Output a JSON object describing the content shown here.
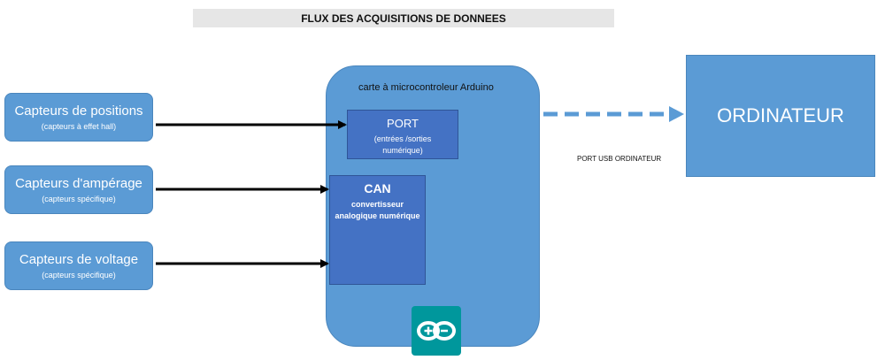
{
  "title": "FLUX DES ACQUISITIONS DE DONNEES",
  "sensors": [
    {
      "label": "Capteurs de positions",
      "sub": "(capteurs à effet hall)"
    },
    {
      "label": "Capteurs d'ampérage",
      "sub": "(capteurs  spécifique)"
    },
    {
      "label": "Capteurs de voltage",
      "sub": "(capteurs  spécifique)"
    }
  ],
  "board": {
    "label": "carte à microcontroleur Arduino",
    "port": {
      "title": "PORT",
      "line1": "(entrées /sorties",
      "line2": "numérique)"
    },
    "can": {
      "title": "CAN",
      "line1": "convertisseur",
      "line2": "analogique numérique"
    }
  },
  "computer": {
    "label": "ORDINATEUR"
  },
  "usb_label": "PORT USB ORDINATEUR",
  "colors": {
    "box_fill": "#5b9bd5",
    "inner_fill": "#4472c4",
    "dashed_arrow": "#5b9bd5",
    "arrow": "#000000",
    "logo": "#00979c"
  },
  "icons": [
    "arduino-logo-icon"
  ]
}
